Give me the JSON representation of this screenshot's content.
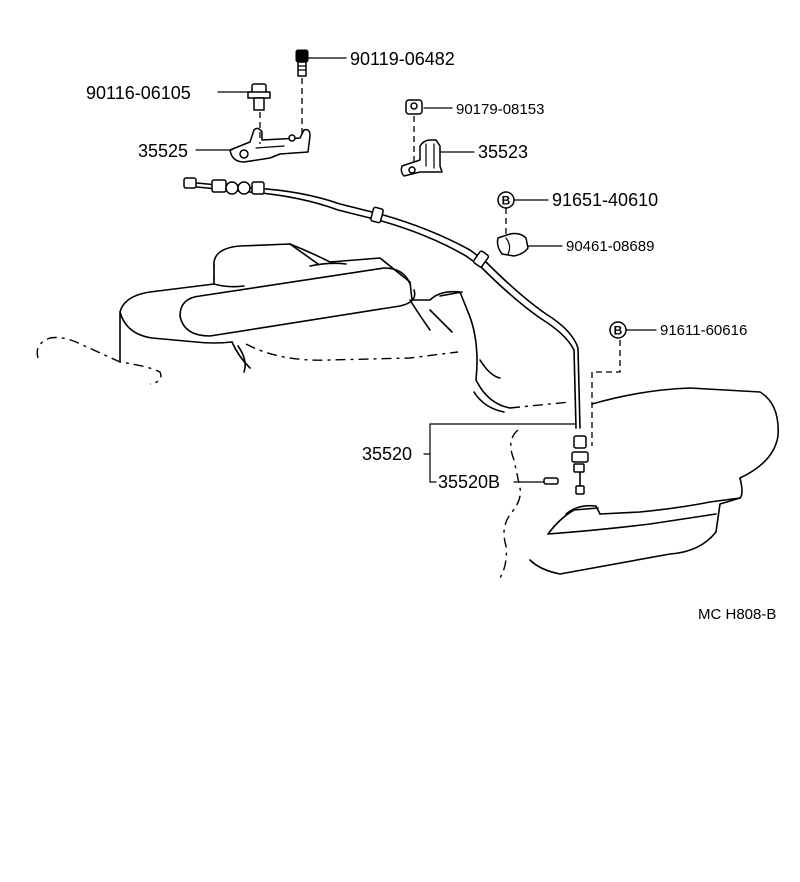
{
  "parts": {
    "bolt_upper": "90119-06482",
    "bolt_left": "90116-06105",
    "nut": "90179-08153",
    "bracket_left": "35525",
    "bracket_right": "35523",
    "clip_badge_top": "91651-40610",
    "clamp": "90461-08689",
    "clip_badge_bottom": "91611-60616",
    "cable_assy": "35520",
    "cable_sub": "35520B"
  },
  "badge_letter": "B",
  "diagram_code": "MC H808-B"
}
